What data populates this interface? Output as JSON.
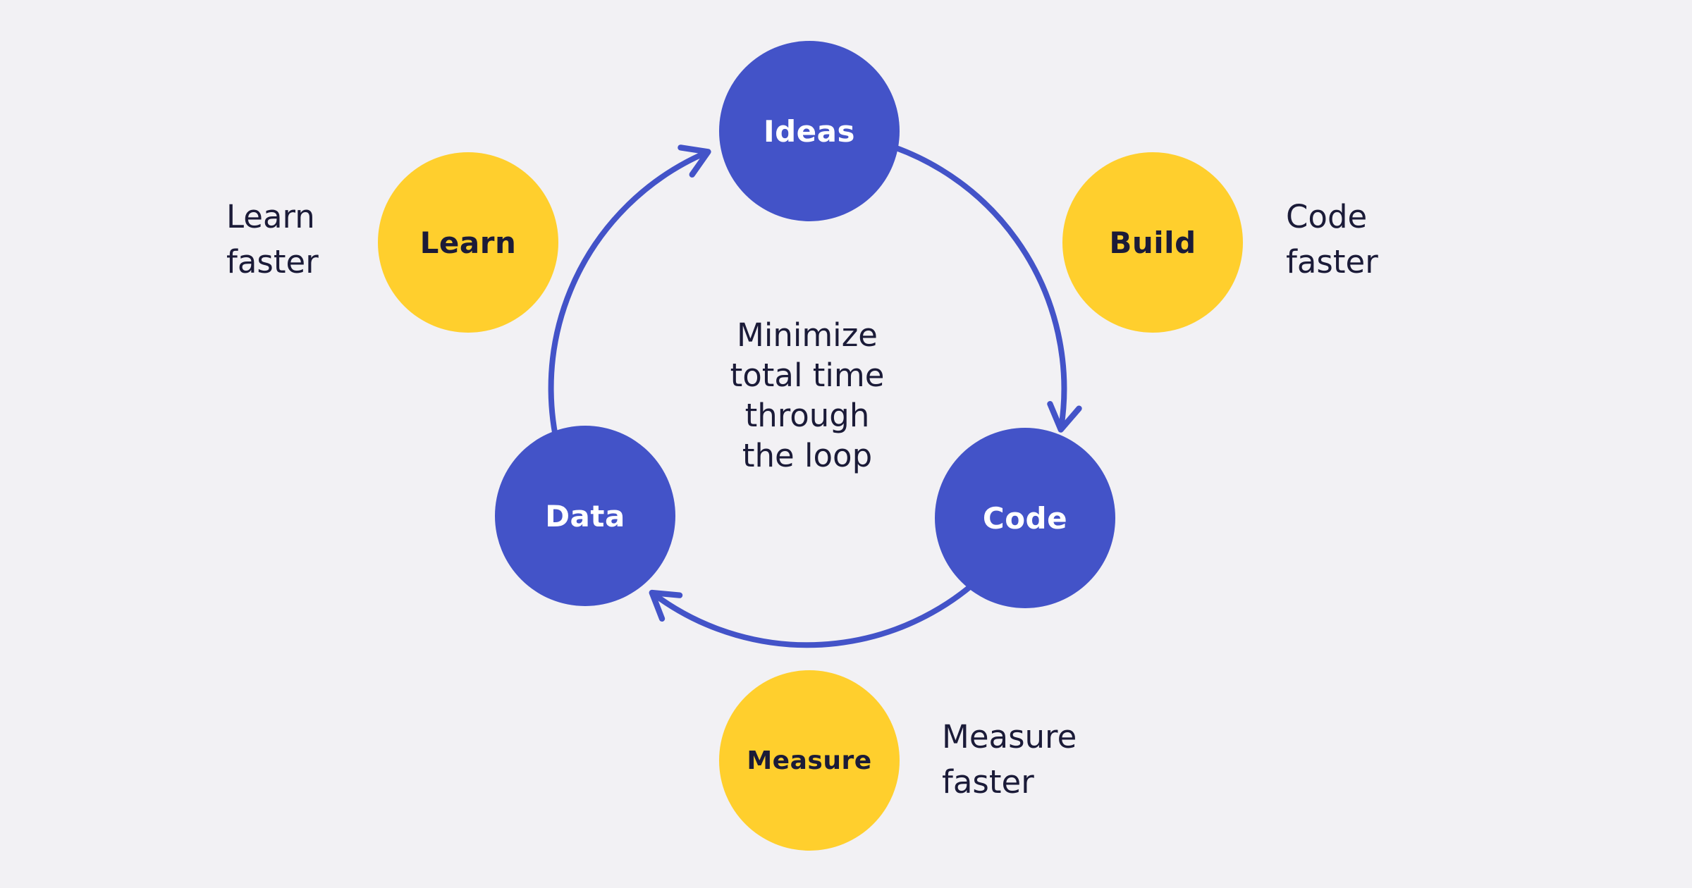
{
  "diagram": {
    "title_semantic": "build-measure-learn-loop",
    "colors": {
      "background": "#F2F1F4",
      "blue": "#4353C8",
      "yellow": "#FFCF2D",
      "ink": "#1B1B38"
    },
    "nodes": [
      {
        "id": "ideas",
        "label": "Ideas",
        "type": "blue"
      },
      {
        "id": "build",
        "label": "Build",
        "type": "yellow"
      },
      {
        "id": "code",
        "label": "Code",
        "type": "blue"
      },
      {
        "id": "measure",
        "label": "Measure",
        "type": "yellow"
      },
      {
        "id": "data",
        "label": "Data",
        "type": "blue"
      },
      {
        "id": "learn",
        "label": "Learn",
        "type": "yellow"
      }
    ],
    "captions": {
      "learn": {
        "line1": "Learn",
        "line2": "faster"
      },
      "build": {
        "line1": "Code",
        "line2": "faster"
      },
      "measure": {
        "line1": "Measure",
        "line2": "faster"
      }
    },
    "center_text": {
      "line1": "Minimize",
      "line2": "total time",
      "line3": "through",
      "line4": "the loop"
    }
  }
}
